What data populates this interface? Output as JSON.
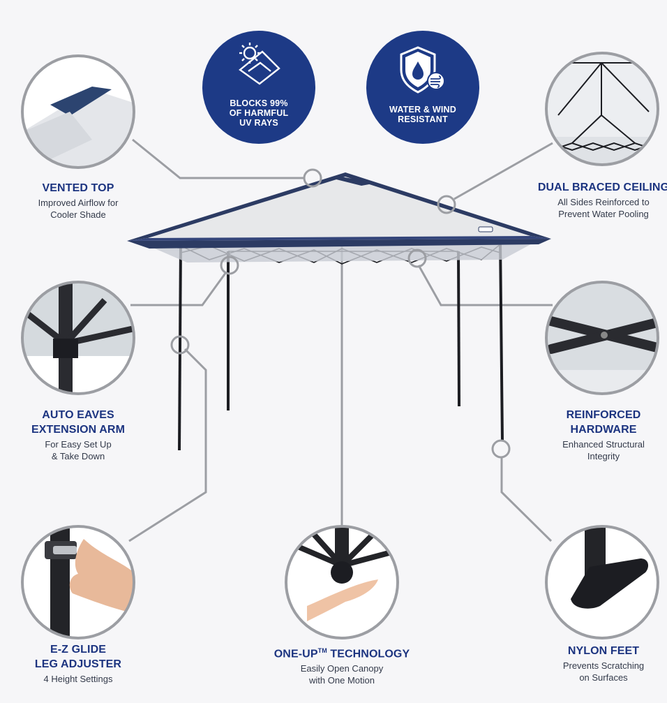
{
  "badges": {
    "uv": {
      "line1": "BLOCKS 99%",
      "line2": "OF HARMFUL",
      "line3": "UV RAYS",
      "icon": "sun-shield-icon"
    },
    "water_wind": {
      "line1": "WATER & WIND",
      "line2": "RESISTANT",
      "icon": "water-wind-shield-icon"
    }
  },
  "features": {
    "vented_top": {
      "title": "VENTED TOP",
      "desc1": "Improved Airflow for",
      "desc2": "Cooler Shade"
    },
    "dual_braced": {
      "title": "DUAL BRACED CEILING",
      "desc1": "All Sides Reinforced to",
      "desc2": "Prevent Water Pooling"
    },
    "auto_eaves": {
      "title1": "AUTO EAVES",
      "title2": "EXTENSION ARM",
      "desc1": "For Easy Set Up",
      "desc2": "& Take Down"
    },
    "reinforced": {
      "title1": "REINFORCED",
      "title2": "HARDWARE",
      "desc1": "Enhanced Structural",
      "desc2": "Integrity"
    },
    "ez_glide": {
      "title1": "E-Z GLIDE",
      "title2": "LEG ADJUSTER",
      "desc1": "4 Height Settings"
    },
    "one_up": {
      "title": "ONE-UP",
      "tm": "TM",
      "title_rest": " TECHNOLOGY",
      "desc1": "Easily Open Canopy",
      "desc2": "with One Motion"
    },
    "nylon_feet": {
      "title": "NYLON FEET",
      "desc1": "Prevents Scratching",
      "desc2": "on Surfaces"
    }
  },
  "colors": {
    "navy": "#1d3a86",
    "canopy_top": "#e7e8ea",
    "canopy_trim": "#2c3b63",
    "frame": "#1c1d22",
    "callout_line": "#9c9ea3"
  }
}
